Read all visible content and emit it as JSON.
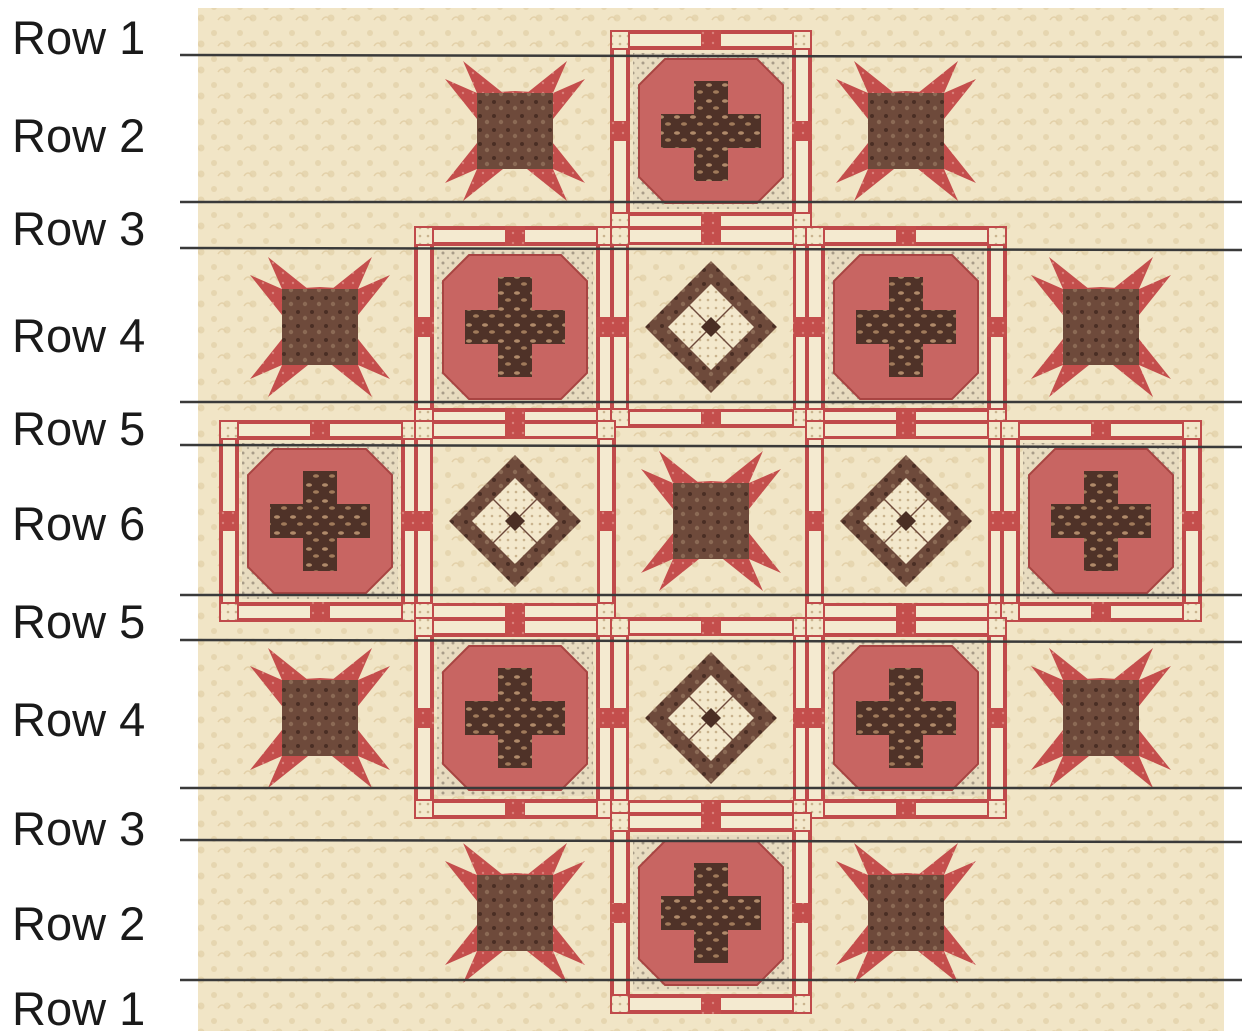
{
  "row_labels": [
    "Row 1",
    "Row 2",
    "Row 3",
    "Row 4",
    "Row 5",
    "Row 6",
    "Row 5",
    "Row 4",
    "Row 3",
    "Row 2",
    "Row 1"
  ],
  "colors": {
    "background": "#f1e5c6",
    "background_dot": "#e3d2aa",
    "sashing_light": "#f4ead0",
    "sashing_red": "#c04a4b",
    "star_red": "#c44e4c",
    "dark_brown": "#6e4a3b",
    "dark_brown_dot": "#4a2e24",
    "rose": "#c86562",
    "cream_check": "#f3e8cc",
    "divider_line": "#3a3a3a"
  },
  "block_layout": [
    {
      "row": 0,
      "col": 2,
      "type": "cross"
    },
    {
      "row": 0,
      "col": 1,
      "type": "star"
    },
    {
      "row": 0,
      "col": 3,
      "type": "star"
    },
    {
      "row": 1,
      "col": 0,
      "type": "star"
    },
    {
      "row": 1,
      "col": 1,
      "type": "cross"
    },
    {
      "row": 1,
      "col": 2,
      "type": "fourpatch"
    },
    {
      "row": 1,
      "col": 3,
      "type": "cross"
    },
    {
      "row": 1,
      "col": 4,
      "type": "star"
    },
    {
      "row": 2,
      "col": 0,
      "type": "cross"
    },
    {
      "row": 2,
      "col": 1,
      "type": "fourpatch"
    },
    {
      "row": 2,
      "col": 2,
      "type": "star"
    },
    {
      "row": 2,
      "col": 3,
      "type": "fourpatch"
    },
    {
      "row": 2,
      "col": 4,
      "type": "cross"
    },
    {
      "row": 3,
      "col": 0,
      "type": "star"
    },
    {
      "row": 3,
      "col": 1,
      "type": "cross"
    },
    {
      "row": 3,
      "col": 2,
      "type": "fourpatch"
    },
    {
      "row": 3,
      "col": 3,
      "type": "cross"
    },
    {
      "row": 3,
      "col": 4,
      "type": "star"
    },
    {
      "row": 4,
      "col": 1,
      "type": "star"
    },
    {
      "row": 4,
      "col": 2,
      "type": "cross"
    },
    {
      "row": 4,
      "col": 3,
      "type": "star"
    }
  ]
}
